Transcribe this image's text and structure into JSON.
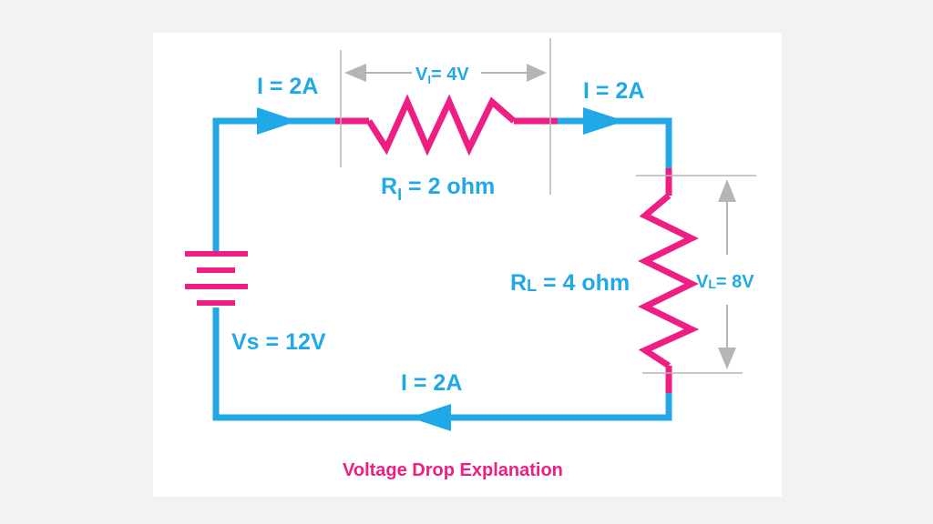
{
  "colors": {
    "wire": "#20a9e6",
    "component": "#ee1e82",
    "dimension": "#b5b5b5",
    "label": "#20a9e6",
    "caption": "#ee1e82"
  },
  "labels": {
    "current_top_left": "I = 2A",
    "current_top_right": "I = 2A",
    "current_bottom": "I = 2A",
    "vi_prefix": "V",
    "vi_sub": "I",
    "vi_suffix": "= 4V",
    "ri_prefix": "R",
    "ri_sub": "I",
    "ri_suffix": " = 2 ohm",
    "rl_prefix": "R",
    "rl_sub": "L",
    "rl_suffix": " = 4 ohm",
    "vl_prefix": "V",
    "vl_sub": "L",
    "vl_suffix": "= 8V",
    "vs": "Vs = 12V"
  },
  "caption": "Voltage Drop Explanation"
}
